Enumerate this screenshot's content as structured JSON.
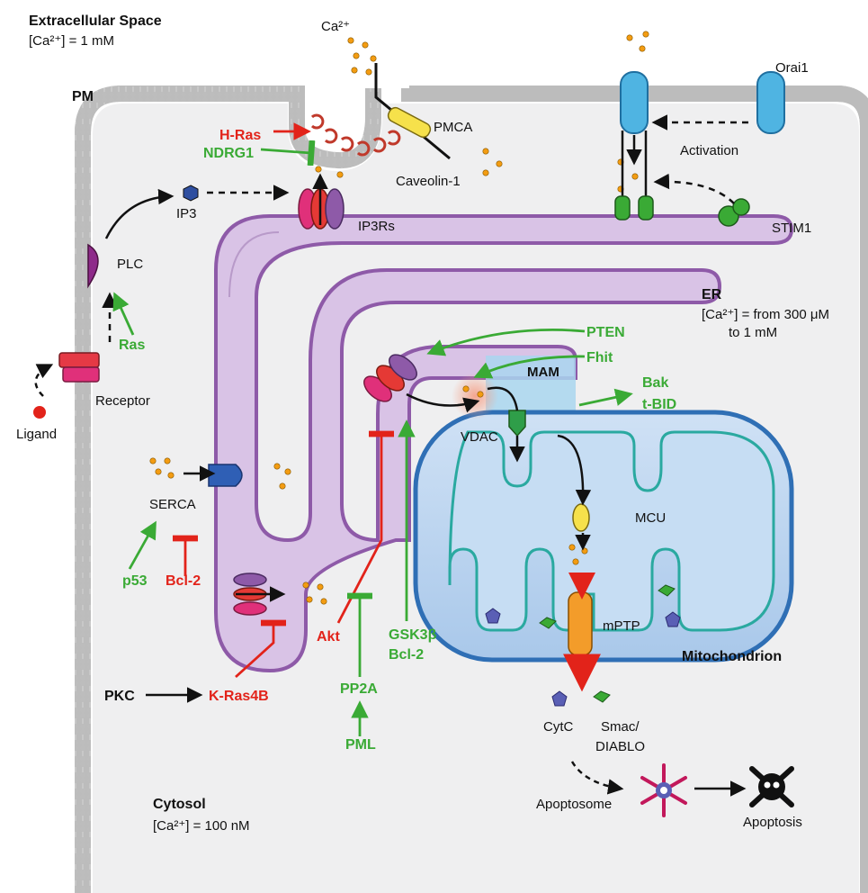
{
  "labels": {
    "extracellular_title": "Extracellular Space",
    "extracellular_ca": "[Ca²⁺] = 1 mM",
    "ca_top": "Ca²⁺",
    "pm": "PM",
    "h_ras": "H-Ras",
    "ndrg1": "NDRG1",
    "pmca": "PMCA",
    "caveolin": "Caveolin-1",
    "orai1": "Orai1",
    "activation": "Activation",
    "stim1": "STIM1",
    "ip3": "IP3",
    "ip3rs": "IP3Rs",
    "plc": "PLC",
    "ras": "Ras",
    "receptor": "Receptor",
    "ligand": "Ligand",
    "er": "ER",
    "er_ca_1": "[Ca²⁺] = from 300 μM",
    "er_ca_2": "to 1 mM",
    "pten": "PTEN",
    "fhit": "Fhit",
    "mam": "MAM",
    "bak": "Bak",
    "tbid": "t-BID",
    "vdac": "VDAC",
    "mcu": "MCU",
    "serca": "SERCA",
    "p53": "p53",
    "bcl2_left": "Bcl-2",
    "akt": "Akt",
    "gsk3b": "GSK3β",
    "bcl2_mid": "Bcl-2",
    "mptp": "mPTP",
    "mitochondrion": "Mitochondrion",
    "pkc": "PKC",
    "kras4b": "K-Ras4B",
    "pp2a": "PP2A",
    "pml": "PML",
    "cytc": "CytC",
    "smac1": "Smac/",
    "smac2": "DIABLO",
    "apoptosome": "Apoptosome",
    "apoptosis": "Apoptosis",
    "cytosol": "Cytosol",
    "cytosol_ca": "[Ca²⁺] = 100 nM"
  },
  "colors": {
    "activator": "#3aaa35",
    "inhibitor": "#e2231a",
    "er_fill": "#d9c3e6",
    "er_stroke": "#8e5aa8",
    "mito_outer": "#2f6fb5",
    "mito_inner": "#2aa9a0",
    "cytosol": "#efeff0",
    "calcium": "#f39c12"
  }
}
